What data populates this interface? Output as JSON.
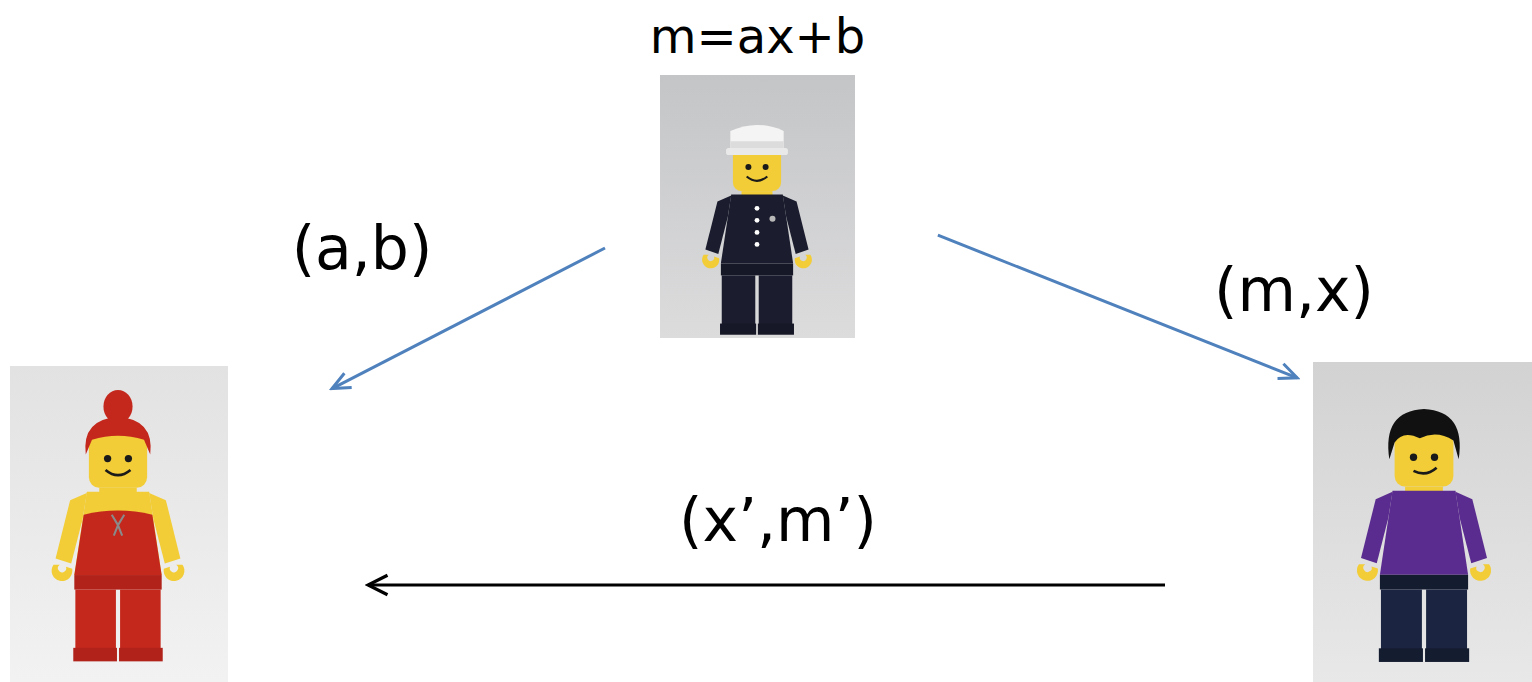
{
  "diagram": {
    "nodes": [
      {
        "text": [
          "m=ax+b"
        ]
      },
      {
        "text": []
      },
      {
        "text": []
      }
    ],
    "edges": [
      {
        "from": 0,
        "to": 1,
        "arrow": "to",
        "label": "(a,b)"
      },
      {
        "from": 0,
        "to": 2,
        "arrow": "to",
        "label": "(m,x)"
      },
      {
        "from": 2,
        "to": 1,
        "arrow": "to",
        "label": "(x’,m’)"
      }
    ]
  }
}
